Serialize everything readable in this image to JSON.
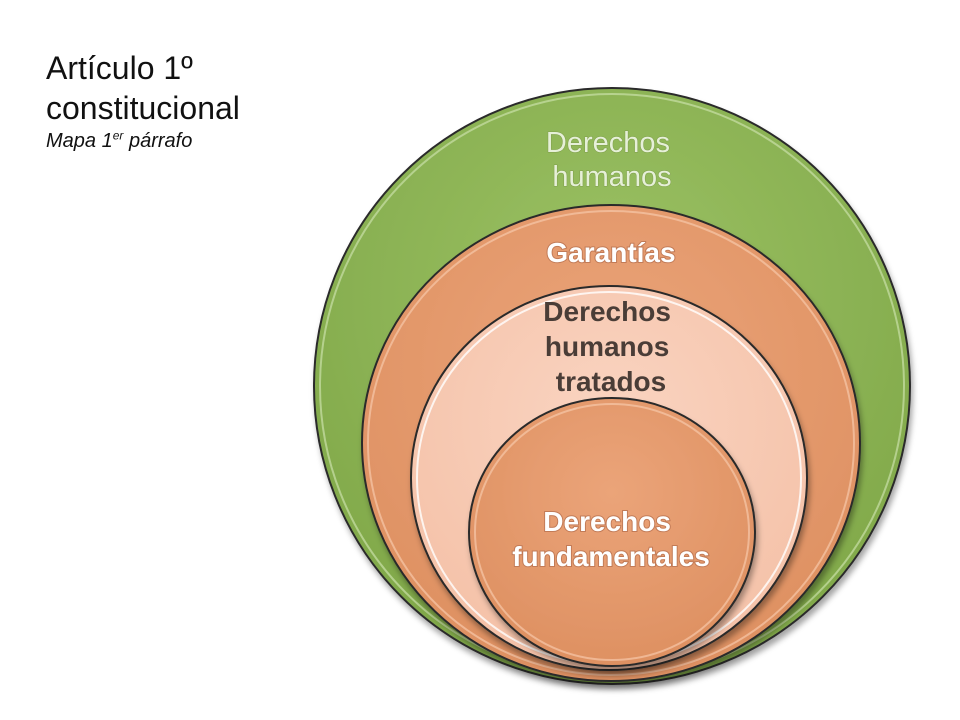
{
  "slide": {
    "title_line1": "Artículo 1º",
    "title_line2": "constitucional",
    "subtitle_pre": "Mapa  1",
    "subtitle_sup": "er",
    "subtitle_post": " párrafo"
  },
  "diagram": {
    "circles": [
      {
        "label_lines": [
          "Derechos",
          "humanos"
        ],
        "fill": "#8cb354"
      },
      {
        "label_lines": [
          "Garantías"
        ],
        "fill": "#e59b6d"
      },
      {
        "label_lines": [
          "Derechos",
          "humanos",
          "tratados"
        ],
        "fill": "#f8cbb5"
      },
      {
        "label_lines": [
          "Derechos",
          "fundamentales"
        ],
        "fill": "#e59b6d"
      }
    ]
  }
}
